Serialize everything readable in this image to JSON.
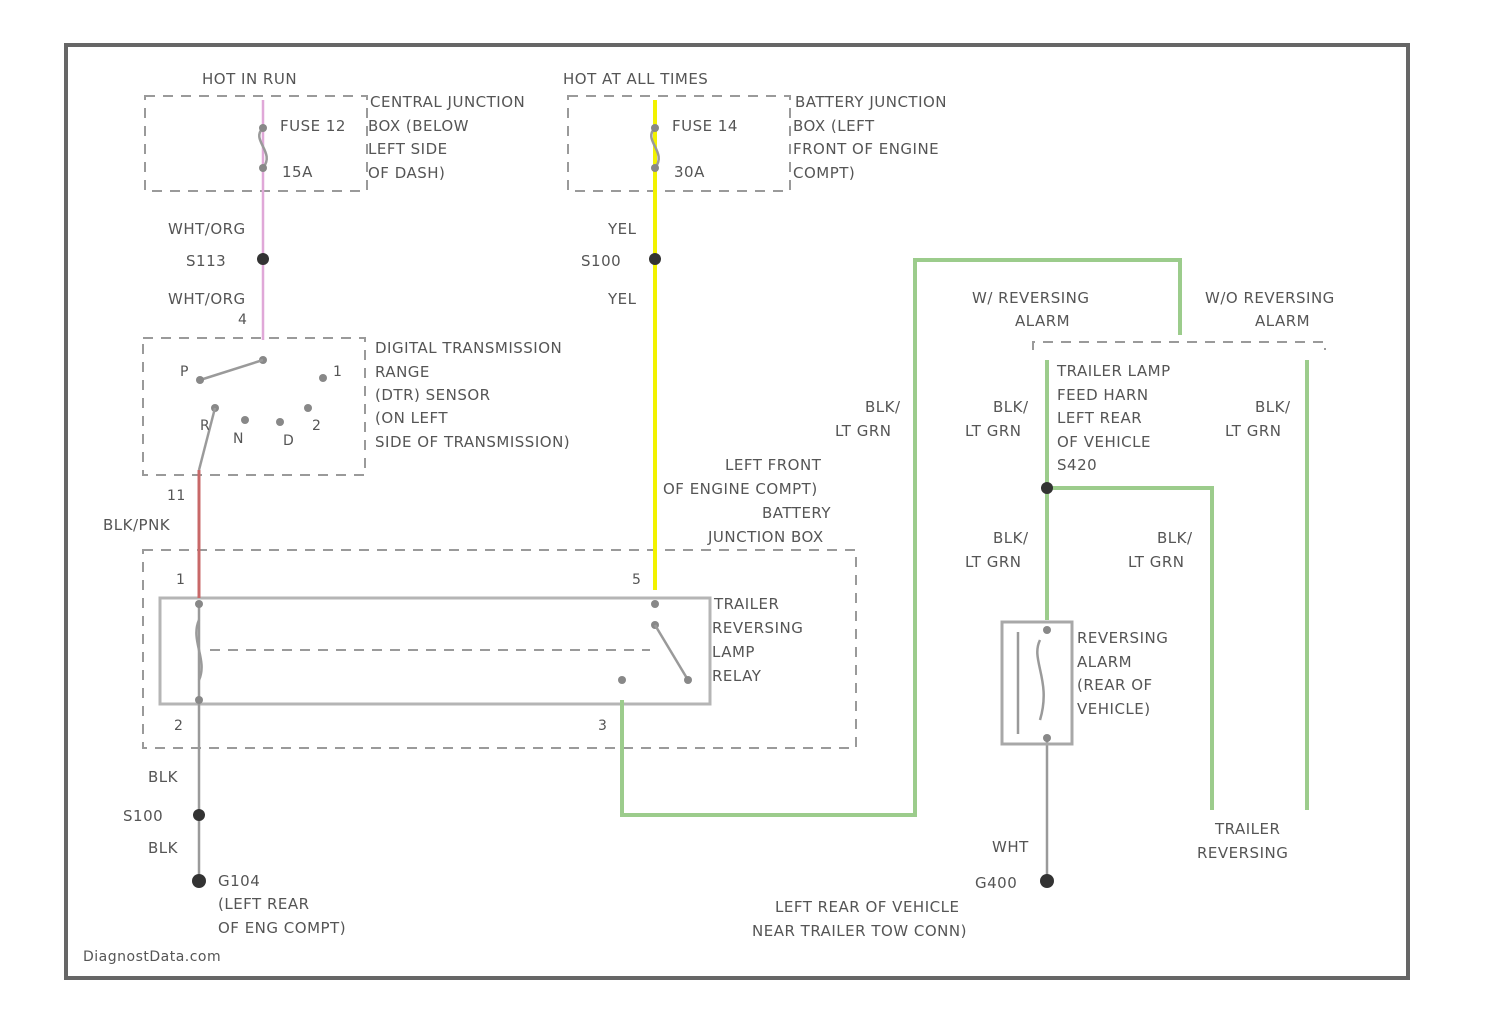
{
  "colors": {
    "wire_yellow": "#f2f200",
    "wire_green": "#9ccc8c",
    "wire_pink": "#e0a8d8",
    "wire_red": "#c86868",
    "wire_gray": "#9a9a9a",
    "frame": "#666666"
  },
  "labels": {
    "hot_run": "HOT IN RUN",
    "hot_all": "HOT AT ALL TIMES",
    "cjb": [
      "CENTRAL JUNCTION",
      "BOX (BELOW",
      "LEFT SIDE",
      "OF DASH)"
    ],
    "fuse12": "FUSE 12",
    "fuse12_amp": "15A",
    "bjb": [
      "BATTERY JUNCTION",
      "BOX (LEFT",
      "FRONT OF ENGINE",
      "COMPT)"
    ],
    "fuse14": "FUSE 14",
    "fuse14_amp": "30A",
    "wht_org_1": "WHT/ORG",
    "s113": "S113",
    "wht_org_2": "WHT/ORG",
    "pin_4": "4",
    "yel_1": "YEL",
    "s100": "S100",
    "yel_2": "YEL",
    "dtr": [
      "DIGITAL TRANSMISSION",
      "RANGE",
      "(DTR) SENSOR",
      "(ON LEFT",
      "SIDE OF TRANSMISSION)"
    ],
    "gear_p": "P",
    "gear_r": "R",
    "gear_n": "N",
    "gear_d": "D",
    "gear_2": "2",
    "gear_1": "1",
    "pin_11": "11",
    "blk_pnk": "BLK/PNK",
    "lf_bjb": [
      "LEFT FRONT",
      "OF ENGINE COMPT)",
      "BATTERY",
      "JUNCTION BOX"
    ],
    "pin_1": "1",
    "pin_5": "5",
    "pin_2": "2",
    "pin_3": "3",
    "relay": [
      "TRAILER",
      "REVERSING",
      "LAMP",
      "RELAY"
    ],
    "blk_1": "BLK",
    "s100b": "S100",
    "blk_2": "BLK",
    "g104": [
      "G104",
      "(LEFT REAR",
      "OF ENG COMPT)"
    ],
    "ground_wht": "WHT",
    "g400": "G400",
    "g400_loc": [
      "LEFT REAR OF VEHICLE",
      "NEAR TRAILER TOW CONN)"
    ],
    "with_alarm": [
      "W/ REVERSING",
      "ALARM"
    ],
    "without_alarm": [
      "W/O REVERSING",
      "ALARM"
    ],
    "harness": [
      "TRAILER LAMP",
      "FEED HARN",
      "LEFT REAR",
      "OF VEHICLE",
      "S420"
    ],
    "blk_lt_grn_a": [
      "BLK/",
      "LT GRN"
    ],
    "blk_lt_grn_b": [
      "BLK/",
      "LT GRN"
    ],
    "blk_lt_grn_c": [
      "BLK/",
      "LT GRN"
    ],
    "blk_lt_grn_d": [
      "BLK/",
      "LT GRN"
    ],
    "blk_lt_grn_e": [
      "BLK/",
      "LT GRN"
    ],
    "alarm": [
      "REVERSING",
      "ALARM",
      "(REAR OF",
      "VEHICLE)"
    ],
    "trailer_rev": [
      "TRAILER",
      "REVERSING"
    ],
    "watermark": "DiagnostData.com"
  }
}
